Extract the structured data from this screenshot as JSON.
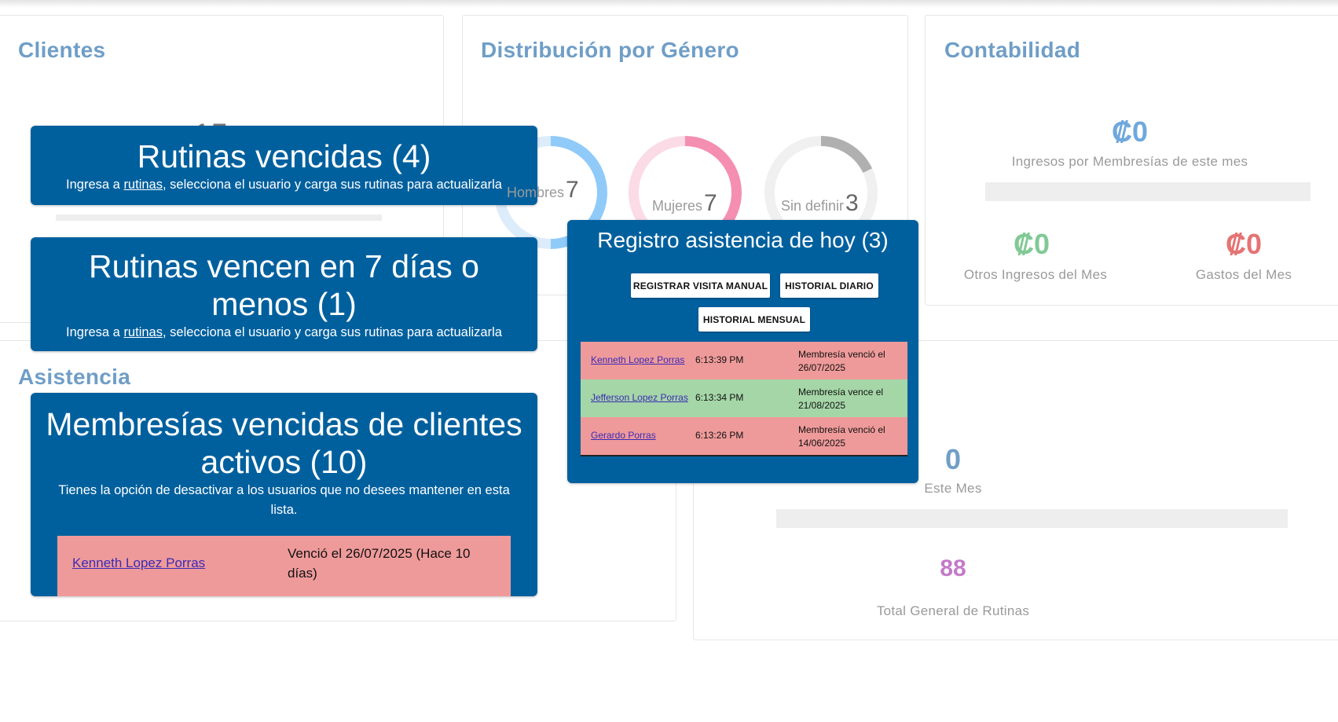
{
  "cards": {
    "clientes": {
      "title": "Clientes",
      "hidden_count": "15"
    },
    "genero": {
      "title": "Distribución por Género",
      "donuts": [
        {
          "label": "Hombres",
          "value": "7",
          "color": "#90caf9"
        },
        {
          "label": "Mujeres",
          "value": "7",
          "color": "#f48fb1"
        },
        {
          "label": "Sin definir",
          "value": "3",
          "color": "#b0b0b0"
        }
      ]
    },
    "contabilidad": {
      "title": "Contabilidad",
      "ingresos_membresias": {
        "value": "₡0",
        "label": "Ingresos por Membresías de este mes",
        "color": "#6fa8dc"
      },
      "otros_ingresos": {
        "value": "₡0",
        "label": "Otros Ingresos del Mes",
        "color": "#81c995"
      },
      "gastos": {
        "value": "₡0",
        "label": "Gastos del Mes",
        "color": "#e57373"
      }
    },
    "asistencia": {
      "title": "Asistencia"
    },
    "rutinas": {
      "este_mes": {
        "value": "0",
        "label": "Este Mes",
        "color": "#6f9ec7"
      },
      "total": {
        "value": "88",
        "label": "Total General de Rutinas",
        "color": "#c47ac9"
      }
    }
  },
  "alerts": {
    "rutinas_vencidas": {
      "title": "Rutinas vencidas (4)",
      "sub_before": "Ingresa a ",
      "sub_link": "rutinas",
      "sub_after": ", selecciona el usuario y carga sus rutinas para actualizarla"
    },
    "rutinas_vencen": {
      "title": "Rutinas vencen en 7 días o menos (1)",
      "sub_before": "Ingresa a ",
      "sub_link": "rutinas",
      "sub_after": ", selecciona el usuario y carga sus rutinas para actualizarla"
    },
    "membresias_vencidas": {
      "title": "Membresías vencidas de clientes activos (10)",
      "sub": "Tienes la opción de desactivar a los usuarios que no desees mantener en esta lista.",
      "rows": [
        {
          "name": "Kenneth Lopez Porras",
          "status": "Venció el 26/07/2025 (Hace 10 días)"
        }
      ]
    }
  },
  "attendance": {
    "title": "Registro asistencia de hoy (3)",
    "buttons": {
      "manual": "REGISTRAR VISITA MANUAL",
      "diario": "HISTORIAL DIARIO",
      "mensual": "HISTORIAL MENSUAL"
    },
    "rows": [
      {
        "name": "Kenneth Lopez Porras",
        "time": "6:13:39 PM",
        "status": "Membresía venció el 26/07/2025",
        "color": "#ef9a9a"
      },
      {
        "name": "Jefferson Lopez Porras",
        "time": "6:13:34 PM",
        "status": "Membresía vence el 21/08/2025",
        "color": "#a5d6a7"
      },
      {
        "name": "Gerardo Porras",
        "time": "6:13:26 PM",
        "status": "Membresía venció el 14/06/2025",
        "color": "#ef9a9a"
      }
    ]
  }
}
